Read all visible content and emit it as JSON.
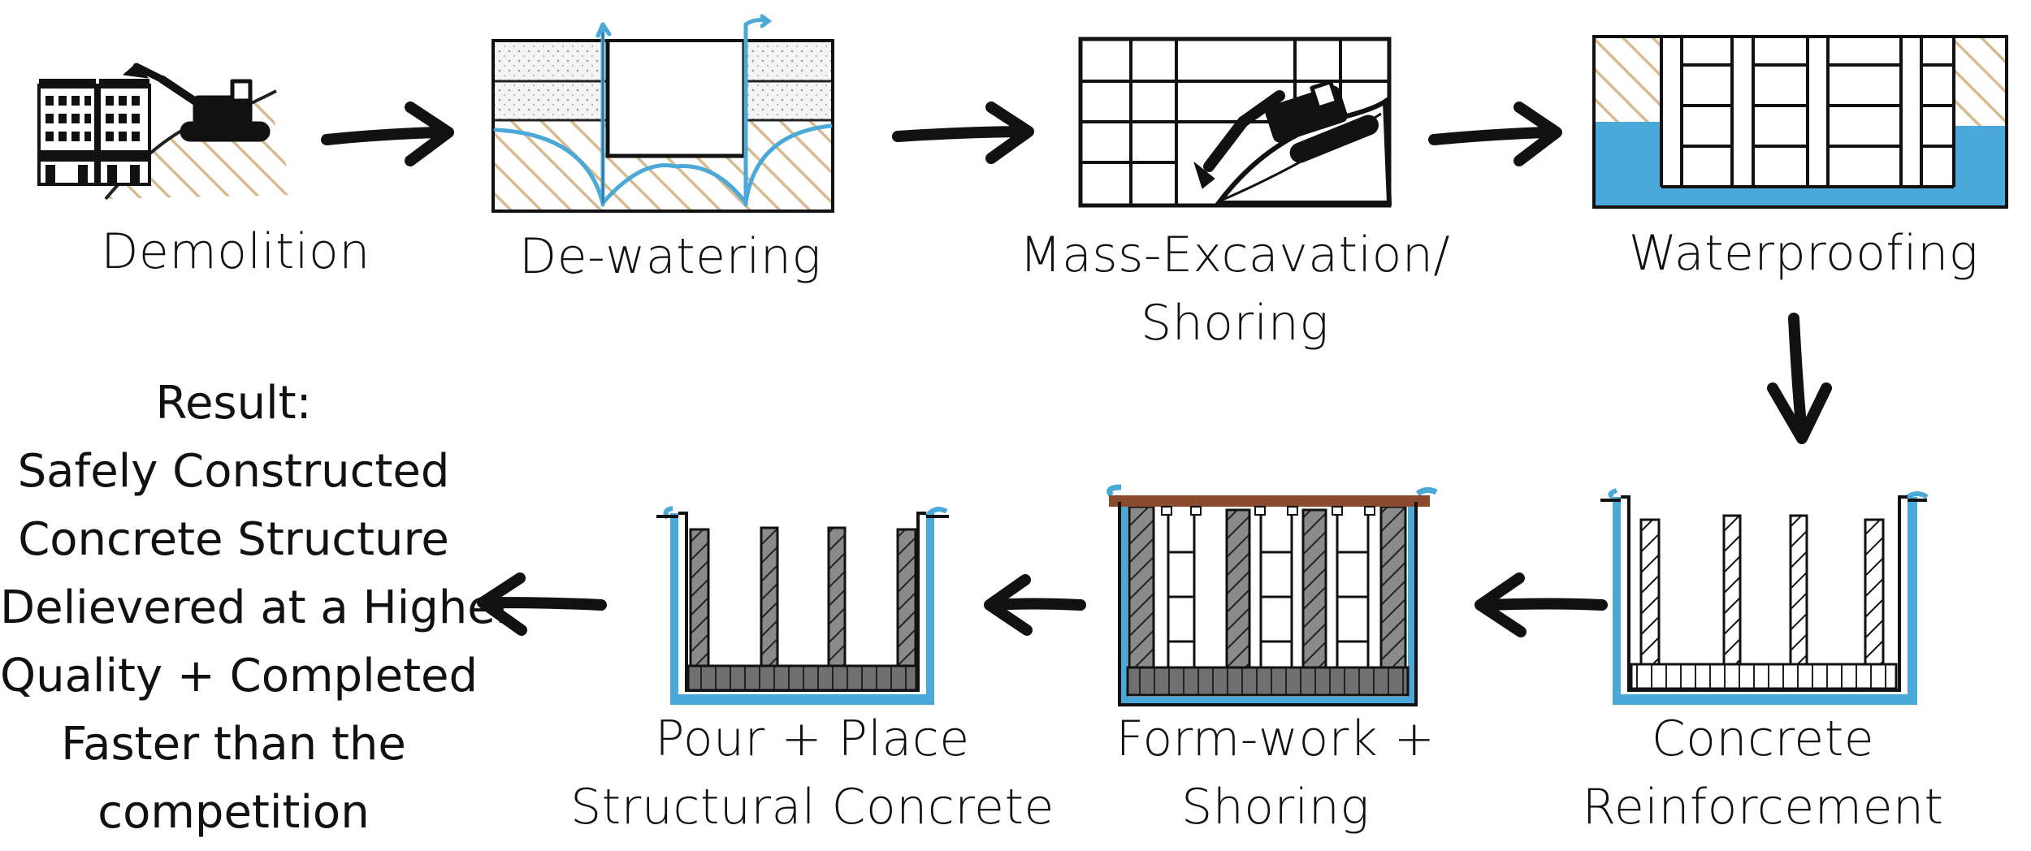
{
  "colors": {
    "ink": "#111111",
    "water": "#4aa9d8",
    "soil": "#d9b98f",
    "timber": "#8a4a2e",
    "concrete": "#6a6a6a"
  },
  "steps": [
    {
      "icon": "demolition-icon",
      "lines": [
        "Demolition"
      ]
    },
    {
      "icon": "dewatering-icon",
      "lines": [
        "De-watering"
      ]
    },
    {
      "icon": "mass-excavation-icon",
      "lines": [
        "Mass-Excavation/",
        "Shoring"
      ]
    },
    {
      "icon": "waterproofing-icon",
      "lines": [
        "Waterproofing"
      ]
    },
    {
      "icon": "concrete-reinforcement-icon",
      "lines": [
        "Concrete",
        "Reinforcement"
      ]
    },
    {
      "icon": "formwork-icon",
      "lines": [
        "Form-work +",
        "Shoring"
      ]
    },
    {
      "icon": "pour-place-icon",
      "lines": [
        "Pour + Place",
        "Structural Concrete"
      ]
    }
  ],
  "result": {
    "lines": [
      "Result:",
      "Safely Constructed",
      "Concrete Structure",
      "Delievered at a Higher",
      "Quality + Completed",
      "Faster than the",
      "competition"
    ]
  }
}
